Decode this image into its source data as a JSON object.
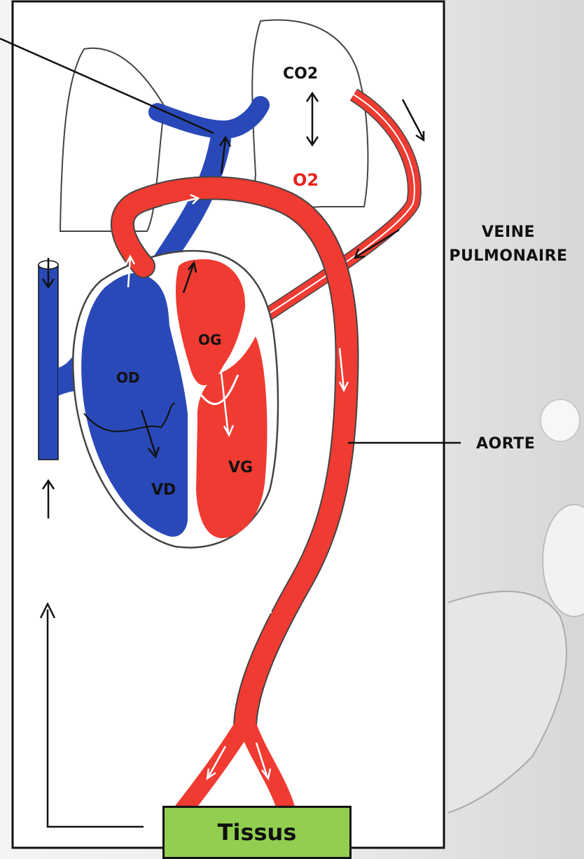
{
  "labels": {
    "co2": "CO2",
    "o2": "O2",
    "og": "OG",
    "od": "OD",
    "vd": "VD",
    "vg": "VG",
    "veine_line1": "VEINE",
    "veine_line2": "PULMONAIRE",
    "aorte": "AORTE",
    "tissus": "Tissus"
  },
  "colors": {
    "oxygenated": "#ef3b32",
    "deoxygenated": "#2a49b8",
    "tissue_box": "#92cf50",
    "o2_text": "#e8231b"
  }
}
